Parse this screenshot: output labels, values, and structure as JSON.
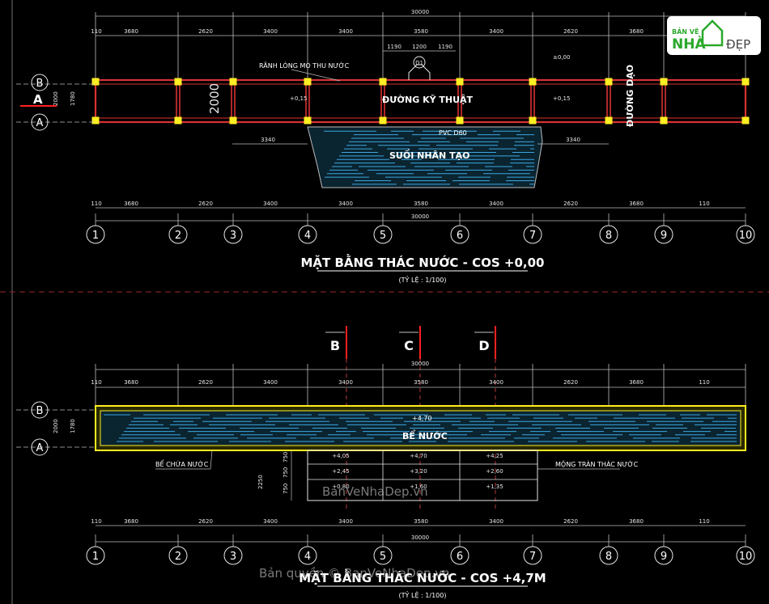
{
  "plan1": {
    "title": "MẶT BẰNG THÁC NƯỚC - COS +0,00",
    "scale": "(TỶ LỆ : 1/100)",
    "total_dim": "30000",
    "labels": {
      "ditch": "RÃNH LÒNG MO THU NƯỚC",
      "road": "ĐƯỜNG KỸ THUẬT",
      "stream": "SUỐI NHÂN TẠO",
      "walk": "ĐƯỜNG DẠO",
      "pipe": "PVC D60",
      "elev_a": "+0,15",
      "elev_b": "+0,15",
      "elev_c": "±0,00",
      "span": "2000",
      "d3340a": "3340",
      "d3340b": "3340",
      "d1190a": "1190",
      "d1200": "1200",
      "d1190b": "1190",
      "d1780": "1780",
      "d110": "110",
      "tag": "D1"
    }
  },
  "plan2": {
    "title": "MẶT BẰNG THÁC NƯỚC - COS +4,7M",
    "scale": "(TỶ LỆ : 1/100)",
    "total_dim": "30000",
    "labels": {
      "pool": "BỂ NƯỚC",
      "basin": "BỂ CHỨA NƯỚC",
      "weir": "MỘNG TRÀN THÁC NƯỚC",
      "elev_top": "+4,70",
      "e1": "+4,05",
      "e2": "+4,70",
      "e3": "+4,25",
      "e4": "+2,45",
      "e5": "+3,20",
      "e6": "+2,60",
      "e7": "+0,80",
      "e8": "+1,60",
      "e9": "+1,35",
      "d2250": "2250",
      "d750a": "750",
      "d750b": "750",
      "d750c": "750",
      "span": "2000",
      "d1780": "1780",
      "d110": "110"
    }
  },
  "dims": [
    "110",
    "3680",
    "2620",
    "3400",
    "3400",
    "3580",
    "3400",
    "2620",
    "3680",
    "110"
  ],
  "axes_numbers": [
    "1",
    "2",
    "3",
    "4",
    "5",
    "6",
    "7",
    "8",
    "9",
    "10"
  ],
  "axes_letters": [
    "B",
    "A"
  ],
  "section_a": "A",
  "section_marks": [
    "B",
    "C",
    "D"
  ],
  "logo": {
    "line1": "BẢN VẼ",
    "line2": "NHÀ",
    "line3": "ĐẸP"
  },
  "watermark": {
    "center": "BanVeNhaDep.vn",
    "bottom": "Bản quyền © BanVeNhaDep.vn"
  }
}
